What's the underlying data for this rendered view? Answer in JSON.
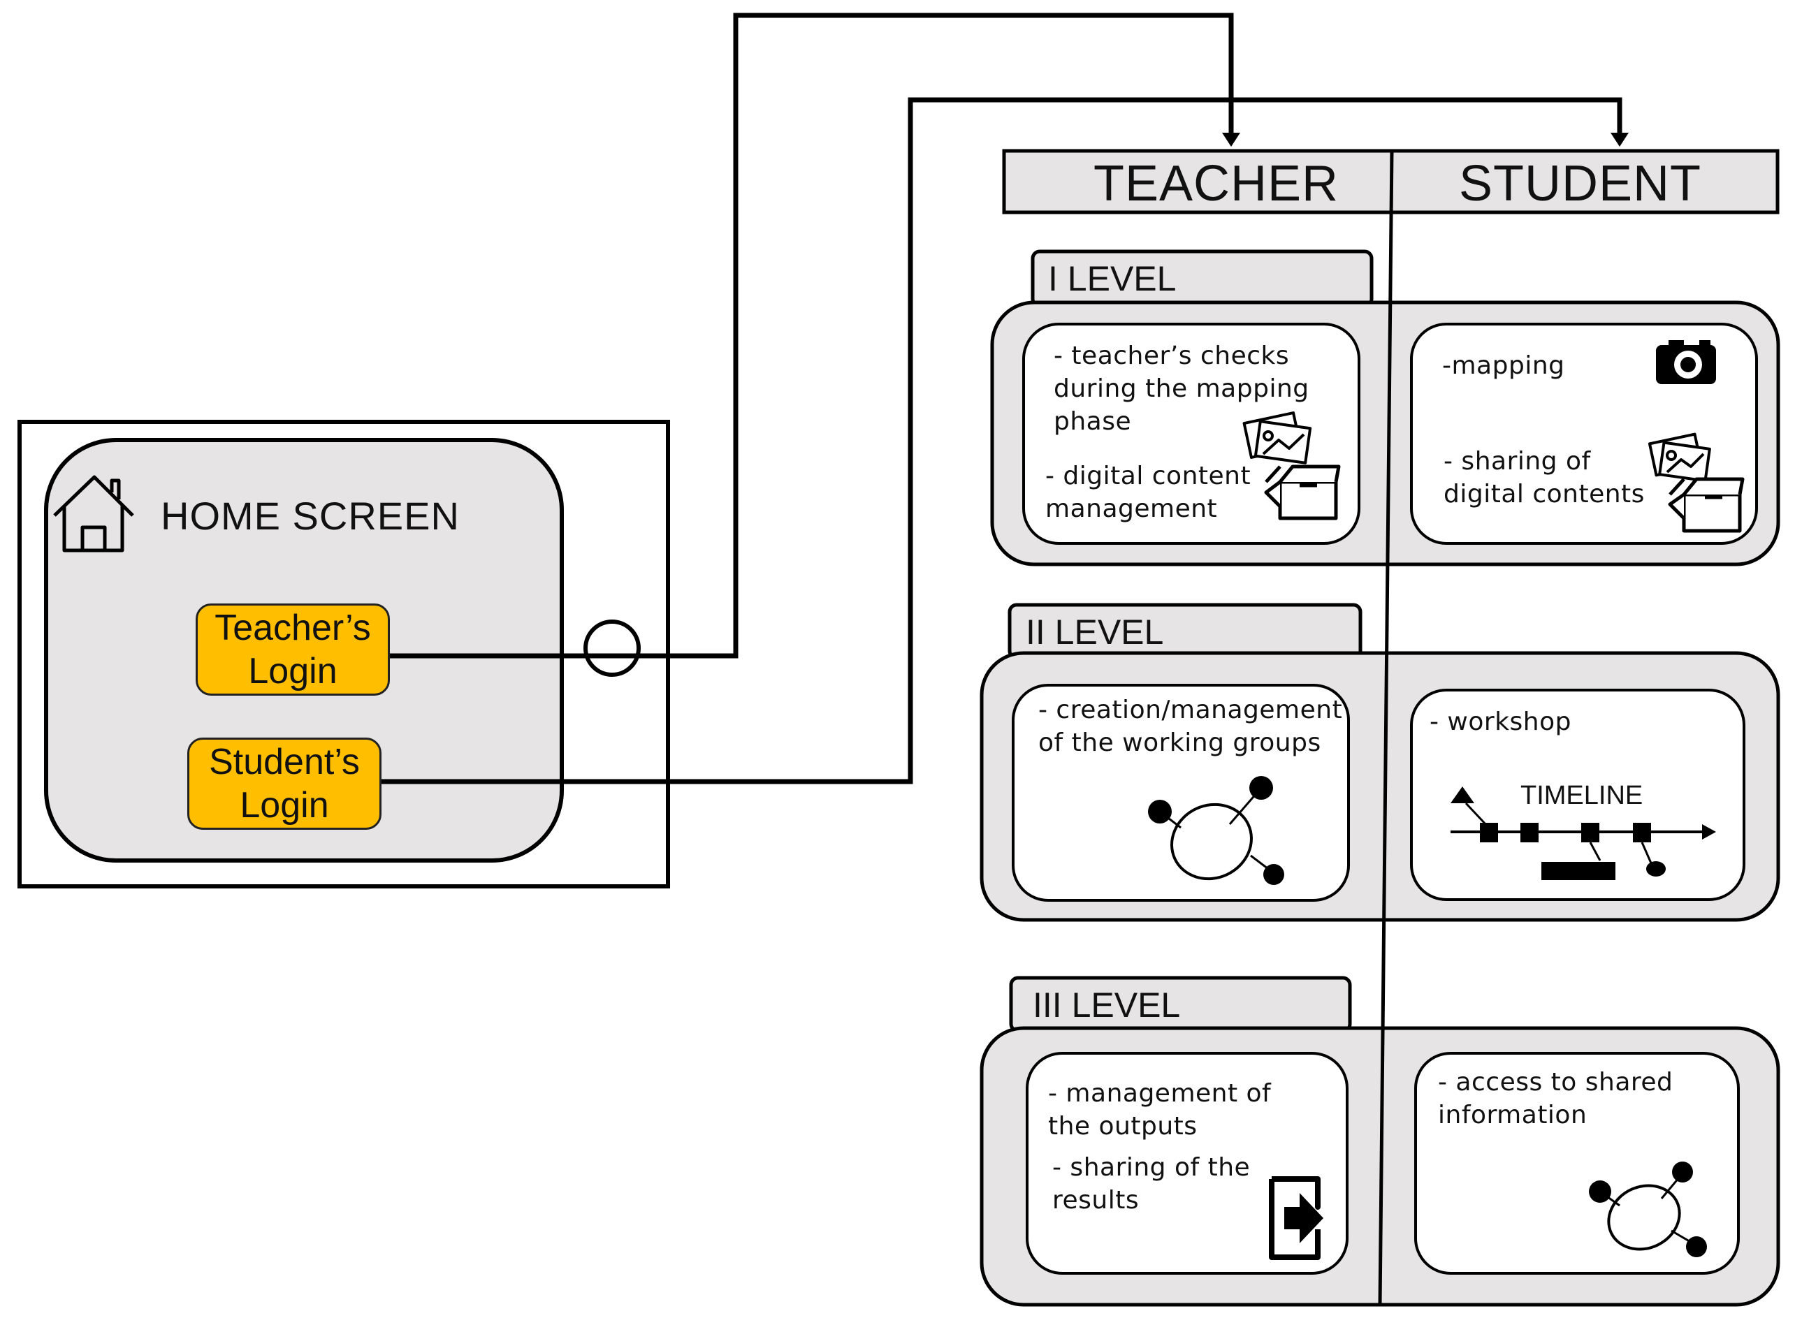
{
  "home": {
    "title": "HOME SCREEN",
    "teacher_login": "Teacher’s\nLogin",
    "student_login": "Student’s\nLogin"
  },
  "roles": {
    "teacher": "TEACHER",
    "student": "STUDENT"
  },
  "levels": [
    {
      "name": "I LEVEL",
      "teacher_items": [
        "- teacher’s checks\nduring the mapping\nphase",
        "- digital content\nmanagement"
      ],
      "student_items": [
        "-mapping",
        "- sharing of\ndigital contents"
      ]
    },
    {
      "name": "II LEVEL",
      "teacher_items": [
        "- creation/management\nof the working groups"
      ],
      "student_items": [
        "- workshop"
      ],
      "timeline_label": "TIMELINE"
    },
    {
      "name": "III LEVEL",
      "teacher_items": [
        "- management  of\nthe outputs",
        "- sharing of the\nresults"
      ],
      "student_items": [
        "- access to shared\ninformation"
      ]
    }
  ],
  "icons": {
    "home": "house-icon",
    "level1_teacher": [
      "photos-icon",
      "box-icon"
    ],
    "level1_student": [
      "camera-icon",
      "photos-icon",
      "box-icon"
    ],
    "level2_teacher": "group-network-icon",
    "level2_student": "timeline-icon",
    "level3_teacher": "export-icon",
    "level3_student": "group-network-icon"
  },
  "colors": {
    "login_button": "#ffbf00",
    "panel": "#e6e4e5",
    "header": "#e6e4e5"
  }
}
